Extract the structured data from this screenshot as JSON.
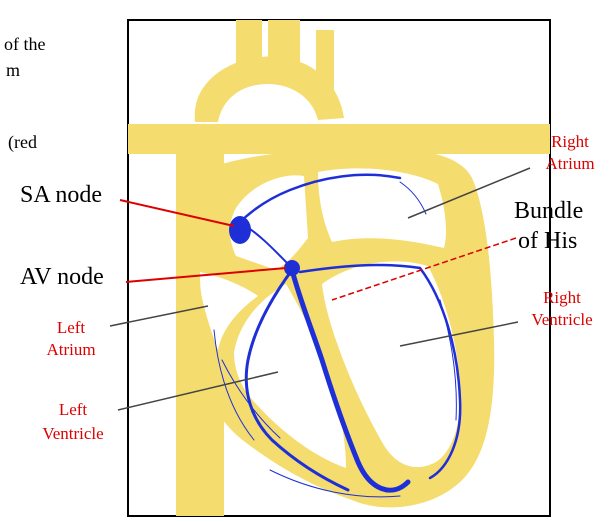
{
  "clipped_text": {
    "line1": "of the",
    "line2": "m",
    "line3": "(red"
  },
  "labels": {
    "sa_node": "SA node",
    "av_node": "AV node",
    "bundle_line1": "Bundle",
    "bundle_line2": "of His",
    "right_atrium_line1": "Right",
    "right_atrium_line2": "Atrium",
    "right_ventricle_line1": "Right",
    "right_ventricle_line2": "Ventricle",
    "left_atrium_line1": "Left",
    "left_atrium_line2": "Atrium",
    "left_ventricle_line1": "Left",
    "left_ventricle_line2": "Ventricle"
  },
  "colors": {
    "heart_fill": "#F4DC6E",
    "conduction": "#1F2FD8",
    "red_label": "#DD0000",
    "outline": "#000000"
  }
}
